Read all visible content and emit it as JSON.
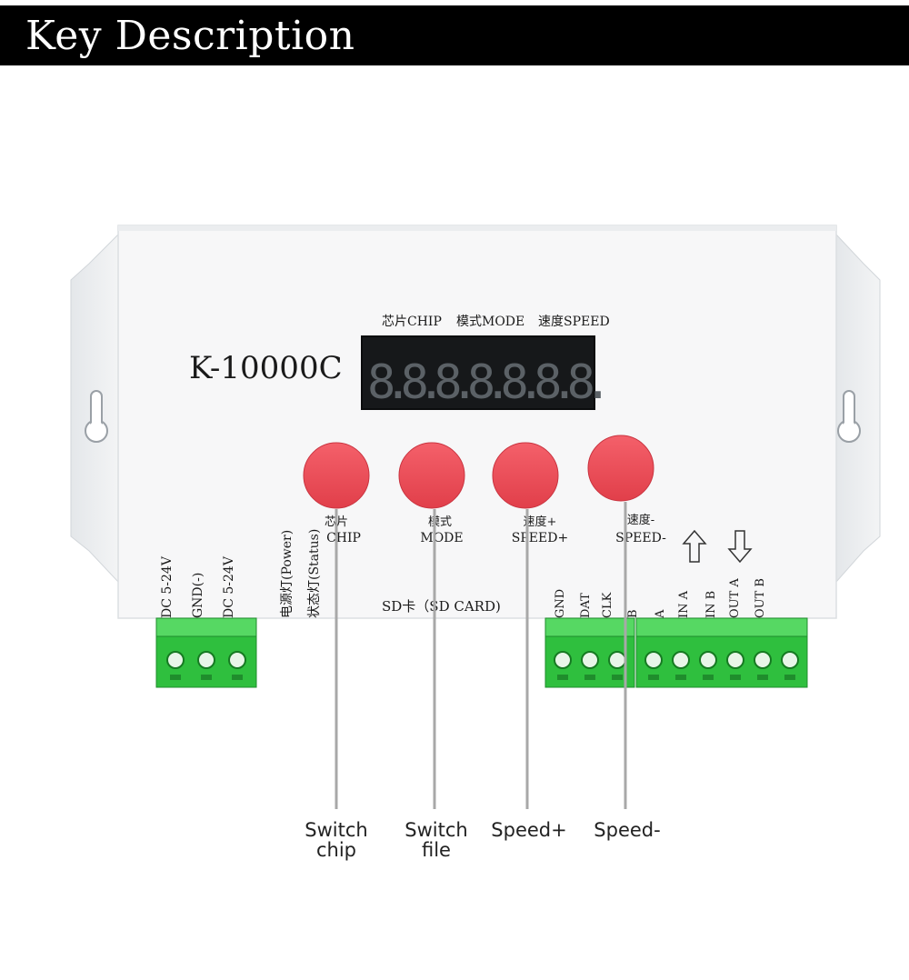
{
  "header": {
    "title": "Key Description"
  },
  "device": {
    "model": "K-10000C",
    "display_header": {
      "chip": "芯片CHIP",
      "mode": "模式MODE",
      "speed": "速度SPEED"
    },
    "display_digits": "8.8.8.8.8.8.8.",
    "buttons": [
      {
        "cn": "芯片",
        "en": "CHIP"
      },
      {
        "cn": "模式",
        "en": "MODE"
      },
      {
        "cn": "速度+",
        "en": "SPEED+"
      },
      {
        "cn": "速度-",
        "en": "SPEED-"
      }
    ],
    "power_terminals": [
      "DC 5-24V",
      "GND(-)",
      "DC 5-24V"
    ],
    "indicators": {
      "power": "电源灯(Power)",
      "status": "状态灯(Status)"
    },
    "sd_card": "SD卡（SD CARD)",
    "output_terminals": [
      "GND",
      "DAT",
      "CLK",
      "B",
      "A",
      "IN A",
      "IN B",
      "OUT A",
      "OUT B"
    ],
    "arrows": [
      "up-arrow-icon",
      "down-arrow-icon"
    ]
  },
  "callouts": [
    "Switch\nchip",
    "Switch\nfile",
    "Speed+",
    "Speed-"
  ],
  "colors": {
    "button_red": "#ec4a55",
    "terminal_green": "#2fbf3e",
    "leader_gray": "#a8a8a8"
  }
}
